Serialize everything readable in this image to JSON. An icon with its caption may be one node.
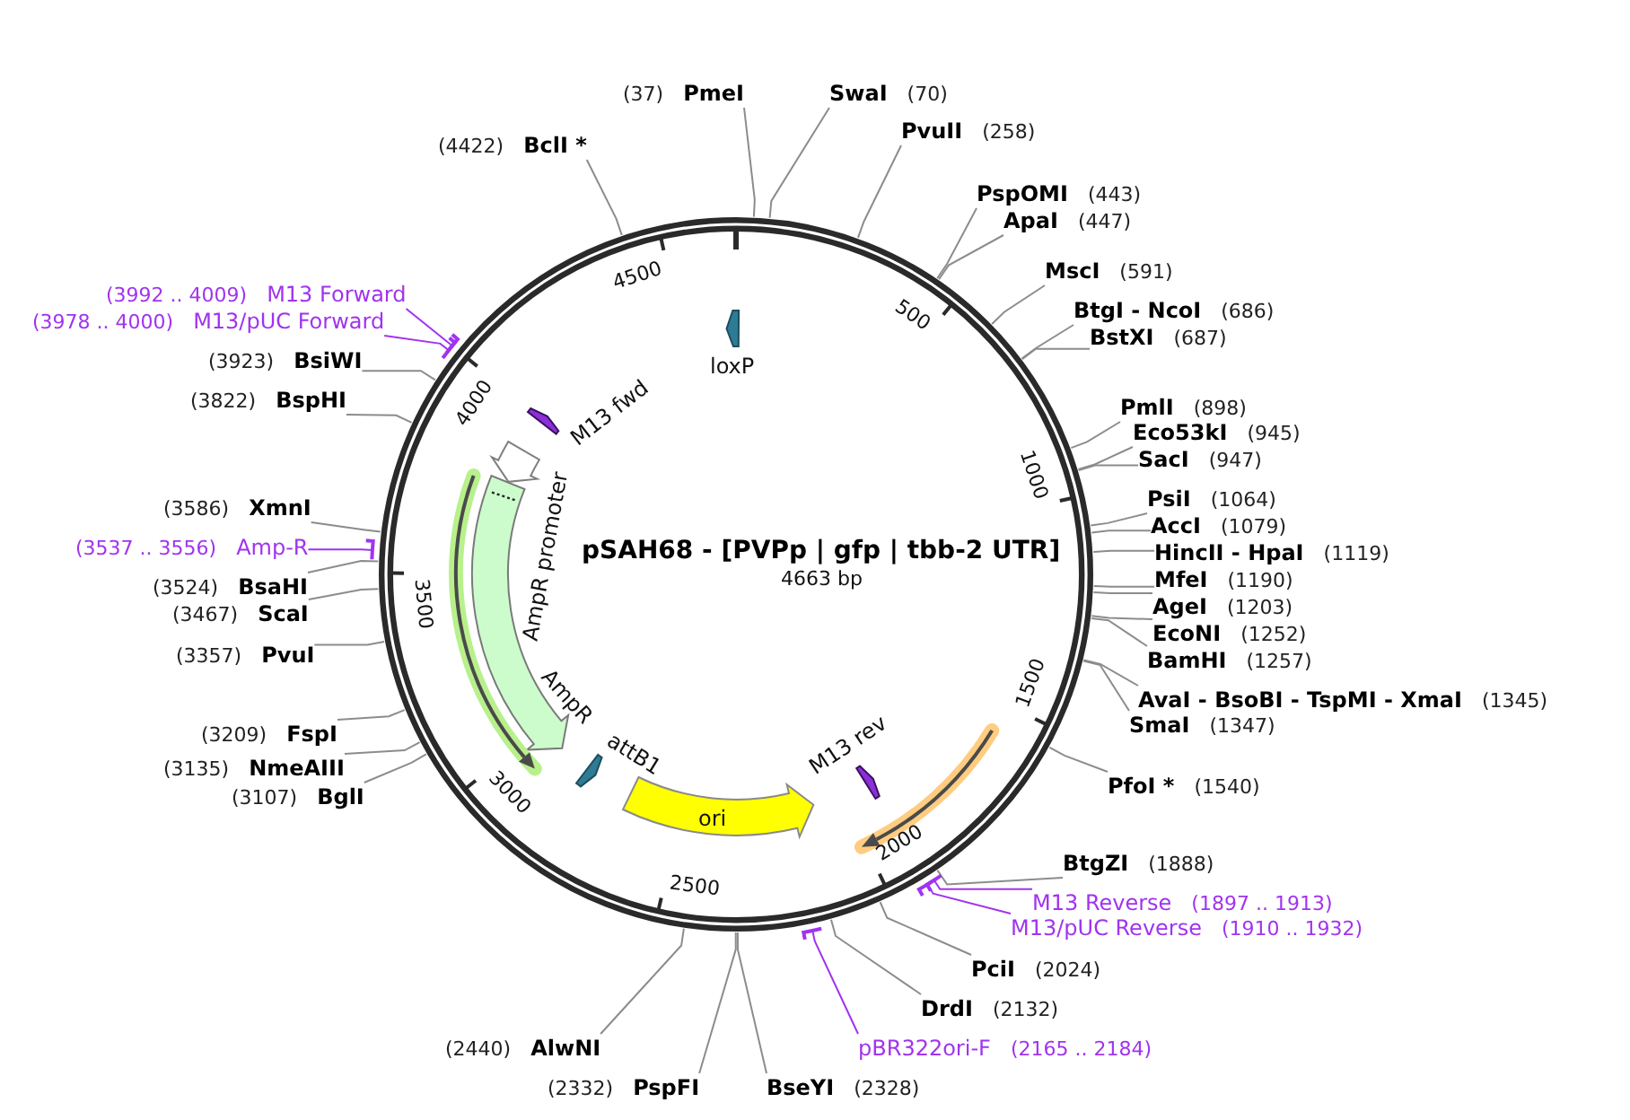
{
  "diagram": {
    "title": "pSAH68 - [PVPp | gfp | tbb-2 UTR]",
    "nodes": [
      {
        "text": [
          "(37)",
          "PmeI"
        ]
      },
      {
        "text": [
          "SwaI",
          "(70)"
        ]
      },
      {
        "text": [
          "PvuII",
          "(258)"
        ]
      },
      {
        "text": [
          "(4422)",
          "BclI *"
        ]
      },
      {
        "text": [
          "PspOMI",
          "(443)"
        ]
      },
      {
        "text": [
          "ApaI",
          "(447)"
        ]
      },
      {
        "text": [
          "MscI",
          "(591)"
        ]
      },
      {
        "text": [
          "(3992 .. 4009)",
          "M13 Forward"
        ]
      },
      {
        "text": [
          "BtgI - NcoI",
          "(686)"
        ]
      },
      {
        "text": [
          "(3978 .. 4000)",
          "M13/pUC Forward"
        ]
      },
      {
        "text": [
          "BstXI",
          "(687)"
        ]
      },
      {
        "text": [
          "(3923)",
          "BsiWI"
        ]
      },
      {
        "text": [
          "(3822)",
          "BspHI"
        ]
      },
      {
        "text": [
          "PmlI",
          "(898)"
        ]
      },
      {
        "text": [
          "Eco53kI",
          "(945)"
        ]
      },
      {
        "text": [
          "SacI",
          "(947)"
        ]
      },
      {
        "text": [
          "PsiI",
          "(1064)"
        ]
      },
      {
        "text": [
          "(3586)",
          "XmnI"
        ]
      },
      {
        "text": [
          "AccI",
          "(1079)"
        ]
      },
      {
        "text": [
          "(3537 .. 3556)",
          "Amp-R"
        ]
      },
      {
        "text": [
          "HincII - HpaI",
          "(1119)"
        ]
      },
      {
        "text": [
          "MfeI",
          "(1190)"
        ]
      },
      {
        "text": [
          "(3524)",
          "BsaHI"
        ]
      },
      {
        "text": [
          "AgeI",
          "(1203)"
        ]
      },
      {
        "text": [
          "(3467)",
          "ScaI"
        ]
      },
      {
        "text": [
          "EcoNI",
          "(1252)"
        ]
      },
      {
        "text": [
          "(3357)",
          "PvuI"
        ]
      },
      {
        "text": [
          "BamHI",
          "(1257)"
        ]
      },
      {
        "text": [
          "AvaI - BsoBI - TspMI - XmaI",
          "(1345)"
        ]
      },
      {
        "text": [
          "SmaI",
          "(1347)"
        ]
      },
      {
        "text": [
          "(3209)",
          "FspI"
        ]
      },
      {
        "text": [
          "(3135)",
          "NmeAIII"
        ]
      },
      {
        "text": [
          "PfoI *",
          "(1540)"
        ]
      },
      {
        "text": [
          "(3107)",
          "BglI"
        ]
      },
      {
        "text": [
          "BtgZI",
          "(1888)"
        ]
      },
      {
        "text": [
          "M13 Reverse",
          "(1897 .. 1913)"
        ]
      },
      {
        "text": [
          "M13/pUC Reverse",
          "(1910 .. 1932)"
        ]
      },
      {
        "text": [
          "PciI",
          "(2024)"
        ]
      },
      {
        "text": [
          "DrdI",
          "(2132)"
        ]
      },
      {
        "text": [
          "(2440)",
          "AlwNI"
        ]
      },
      {
        "text": [
          "pBR322ori-F",
          "(2165 .. 2184)"
        ]
      },
      {
        "text": [
          "(2332)",
          "PspFI"
        ]
      },
      {
        "text": [
          "BseYI",
          "(2328)"
        ]
      },
      {
        "text": [
          "loxP"
        ]
      },
      {
        "text": [
          "M13 fwd"
        ]
      },
      {
        "text": [
          "AmpR promoter"
        ]
      },
      {
        "text": [
          "AmpR"
        ]
      },
      {
        "text": [
          "attB1"
        ]
      },
      {
        "text": [
          "M13 rev"
        ]
      },
      {
        "text": [
          "ori"
        ]
      },
      {
        "text": [],
        "shape": "arrow"
      },
      {
        "text": [],
        "shape": "arrow"
      }
    ],
    "edges": [
      {
        "from": 0,
        "to": null,
        "arrow": "none"
      },
      {
        "from": 1,
        "to": null,
        "arrow": "none"
      },
      {
        "from": 2,
        "to": null,
        "arrow": "none"
      },
      {
        "from": 3,
        "to": null,
        "arrow": "none"
      },
      {
        "from": 4,
        "to": null,
        "arrow": "none"
      },
      {
        "from": 5,
        "to": null,
        "arrow": "none"
      },
      {
        "from": 6,
        "to": null,
        "arrow": "none"
      },
      {
        "from": 7,
        "to": null,
        "arrow": "none",
        "color": "#a033f0"
      },
      {
        "from": 8,
        "to": null,
        "arrow": "none"
      },
      {
        "from": 9,
        "to": null,
        "arrow": "none",
        "color": "#a033f0"
      },
      {
        "from": 10,
        "to": null,
        "arrow": "none"
      },
      {
        "from": 11,
        "to": null,
        "arrow": "none"
      },
      {
        "from": 12,
        "to": null,
        "arrow": "none"
      },
      {
        "from": 13,
        "to": null,
        "arrow": "none"
      },
      {
        "from": 14,
        "to": null,
        "arrow": "none"
      },
      {
        "from": 15,
        "to": null,
        "arrow": "none"
      },
      {
        "from": 16,
        "to": null,
        "arrow": "none"
      },
      {
        "from": 17,
        "to": null,
        "arrow": "none"
      },
      {
        "from": 18,
        "to": null,
        "arrow": "none"
      },
      {
        "from": 19,
        "to": null,
        "arrow": "none",
        "color": "#a033f0"
      },
      {
        "from": 20,
        "to": null,
        "arrow": "none"
      },
      {
        "from": 21,
        "to": null,
        "arrow": "none"
      },
      {
        "from": 22,
        "to": null,
        "arrow": "none"
      },
      {
        "from": 23,
        "to": null,
        "arrow": "none"
      },
      {
        "from": 24,
        "to": null,
        "arrow": "none"
      },
      {
        "from": 25,
        "to": null,
        "arrow": "none"
      },
      {
        "from": 26,
        "to": null,
        "arrow": "none"
      },
      {
        "from": 27,
        "to": null,
        "arrow": "none"
      },
      {
        "from": 28,
        "to": null,
        "arrow": "none"
      },
      {
        "from": 29,
        "to": null,
        "arrow": "none"
      },
      {
        "from": 30,
        "to": null,
        "arrow": "none"
      },
      {
        "from": 31,
        "to": null,
        "arrow": "none"
      },
      {
        "from": 32,
        "to": null,
        "arrow": "none"
      },
      {
        "from": 33,
        "to": null,
        "arrow": "none"
      },
      {
        "from": 34,
        "to": null,
        "arrow": "none"
      },
      {
        "from": 35,
        "to": null,
        "arrow": "none",
        "color": "#a033f0"
      },
      {
        "from": 36,
        "to": null,
        "arrow": "none",
        "color": "#a033f0"
      },
      {
        "from": 37,
        "to": null,
        "arrow": "none"
      },
      {
        "from": 38,
        "to": null,
        "arrow": "none"
      },
      {
        "from": 39,
        "to": null,
        "arrow": "none"
      },
      {
        "from": 40,
        "to": null,
        "arrow": "none",
        "color": "#a033f0"
      },
      {
        "from": 41,
        "to": null,
        "arrow": "none"
      },
      {
        "from": 42,
        "to": null,
        "arrow": "none"
      }
    ],
    "labels": [
      "4500",
      "500",
      "4000",
      "1000",
      "4663 bp",
      "3500",
      "1500",
      "3000",
      "2000",
      "2500"
    ]
  }
}
